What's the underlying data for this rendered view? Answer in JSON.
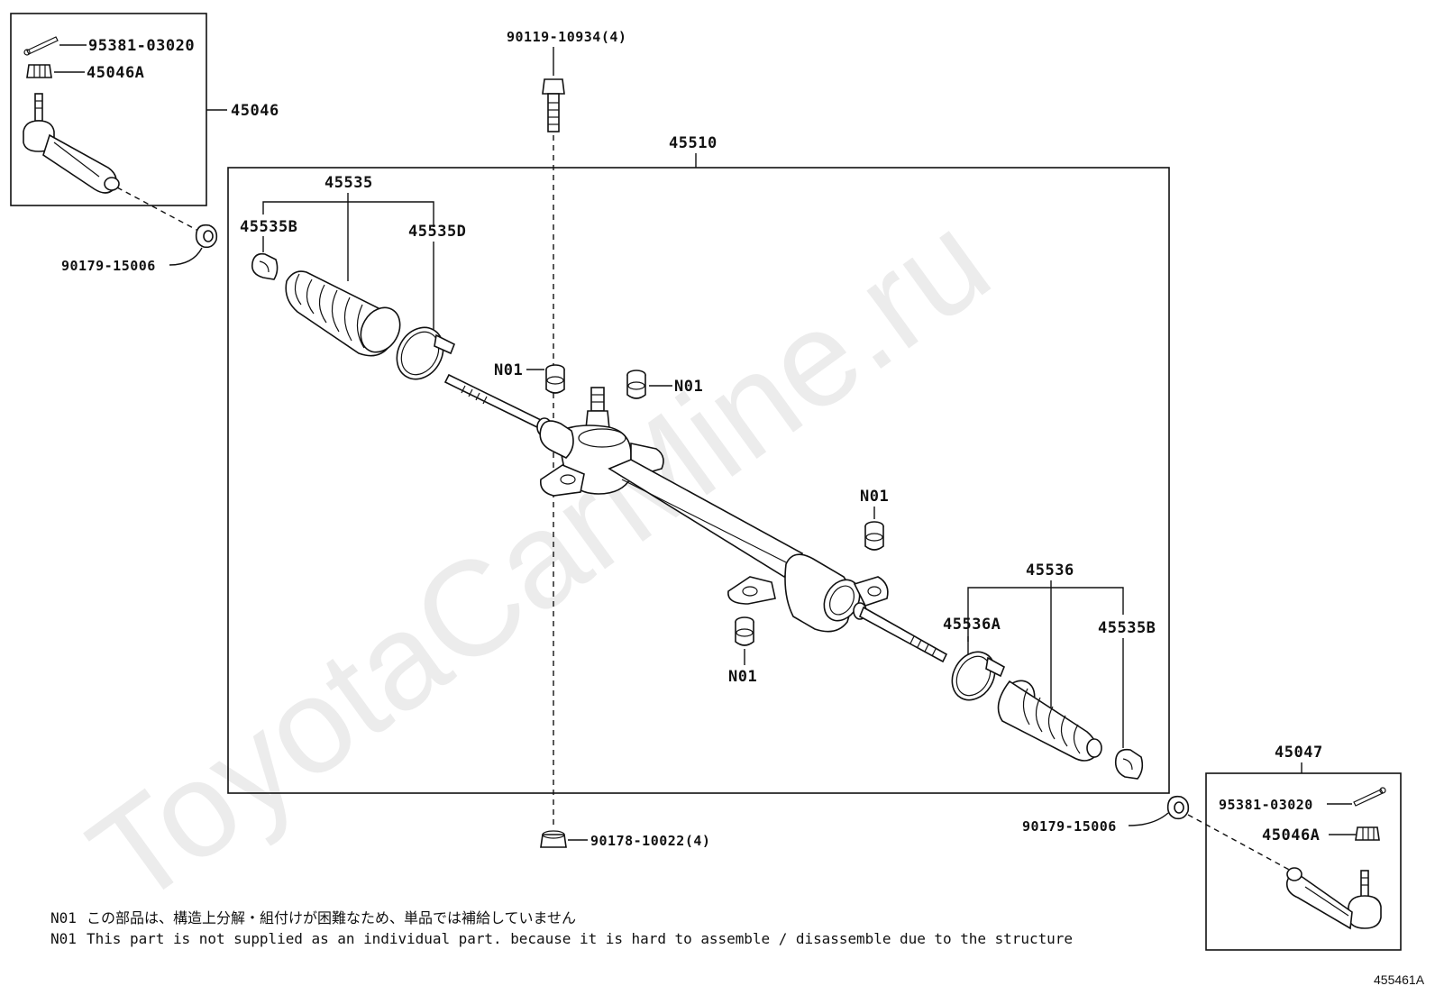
{
  "watermark": "ToyotaCarMine.ru",
  "figure_id": "455461A",
  "labels": {
    "tie_rod_end_lh": "45046",
    "cotter_pin_lh": "95381-03020",
    "nut_lh": "45046A",
    "washer_lh": "90179-15006",
    "bolt_top": "90119-10934(4)",
    "rack_assembly": "45510",
    "boot_set_lh": "45535",
    "clip_lh": "45535B",
    "clamp_lh": "45535D",
    "bushing_1": "N01",
    "bushing_2": "N01",
    "bushing_3": "N01",
    "bushing_4": "N01",
    "boot_set_rh": "45536",
    "clamp_rh": "45536A",
    "clip_rh": "45535B",
    "nut_bottom": "90178-10022(4)",
    "tie_rod_end_rh": "45047",
    "cotter_pin_rh": "95381-03020",
    "nut_rh": "45046A",
    "washer_rh": "90179-15006"
  },
  "notes": {
    "jp_code": "N01",
    "jp_text": "この部品は、構造上分解・組付けが困難なため、単品では補給していません",
    "en_code": "N01",
    "en_text": "This part is not supplied as an individual part. because it is hard to assemble / disassemble due to the structure"
  }
}
